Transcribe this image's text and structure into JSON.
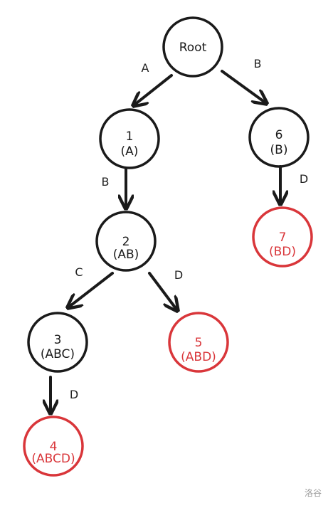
{
  "colors": {
    "stroke": "#1a1a1a",
    "highlight": "#d9363a",
    "background": "#ffffff"
  },
  "nodes": {
    "root": {
      "line1": "Root",
      "line2": "",
      "highlight": false
    },
    "n1": {
      "line1": "1",
      "line2": "(A)",
      "highlight": false
    },
    "n6": {
      "line1": "6",
      "line2": "(B)",
      "highlight": false
    },
    "n2": {
      "line1": "2",
      "line2": "(AB)",
      "highlight": false
    },
    "n7": {
      "line1": "7",
      "line2": "(BD)",
      "highlight": true
    },
    "n3": {
      "line1": "3",
      "line2": "(ABC)",
      "highlight": false
    },
    "n5": {
      "line1": "5",
      "line2": "(ABD)",
      "highlight": true
    },
    "n4": {
      "line1": "4",
      "line2": "(ABCD)",
      "highlight": true
    }
  },
  "edges": {
    "root_n1": "A",
    "root_n6": "B",
    "n1_n2": "B",
    "n6_n7": "D",
    "n2_n3": "C",
    "n2_n5": "D",
    "n3_n4": "D"
  },
  "watermark": "洛谷"
}
